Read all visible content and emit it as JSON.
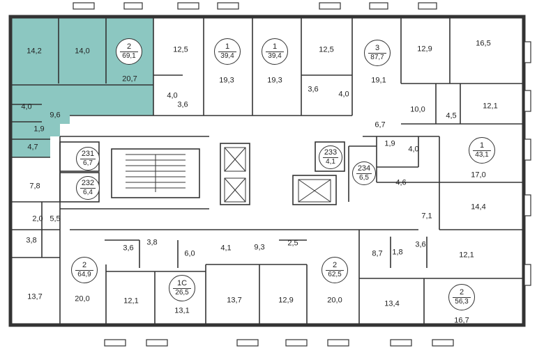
{
  "highlight_color": "#8cc7c1",
  "wall_color": "#333333",
  "rooms": [
    {
      "id": "r1",
      "t": "14,2"
    },
    {
      "id": "r2",
      "t": "14,0"
    },
    {
      "id": "r3",
      "t": "20,7"
    },
    {
      "id": "r4",
      "t": "4,0"
    },
    {
      "id": "r5",
      "t": "9,6"
    },
    {
      "id": "r6",
      "t": "1,9"
    },
    {
      "id": "r7",
      "t": "4,7"
    },
    {
      "id": "r8",
      "t": "12,5"
    },
    {
      "id": "r9",
      "t": "4,0"
    },
    {
      "id": "r10",
      "t": "19,3"
    },
    {
      "id": "r11",
      "t": "3,6"
    },
    {
      "id": "r12",
      "t": "19,3"
    },
    {
      "id": "r13",
      "t": "12,5"
    },
    {
      "id": "r14",
      "t": "3,6"
    },
    {
      "id": "r15",
      "t": "4,0"
    },
    {
      "id": "r16",
      "t": "19,1"
    },
    {
      "id": "r17",
      "t": "12,9"
    },
    {
      "id": "r18",
      "t": "16,5"
    },
    {
      "id": "r19",
      "t": "10,0"
    },
    {
      "id": "r20",
      "t": "4,5"
    },
    {
      "id": "r21",
      "t": "12,1"
    },
    {
      "id": "r22",
      "t": "6,7"
    },
    {
      "id": "r23",
      "t": "1,9"
    },
    {
      "id": "r24",
      "t": "4,0"
    },
    {
      "id": "r25",
      "t": "17,0"
    },
    {
      "id": "r26",
      "t": "4,6"
    },
    {
      "id": "r27",
      "t": "14,4"
    },
    {
      "id": "r28",
      "t": "7,1"
    },
    {
      "id": "r29",
      "t": "7,8"
    },
    {
      "id": "r30",
      "t": "2,0"
    },
    {
      "id": "r31",
      "t": "5,5"
    },
    {
      "id": "r32",
      "t": "3,8"
    },
    {
      "id": "r33",
      "t": "3,6"
    },
    {
      "id": "r34",
      "t": "3,8"
    },
    {
      "id": "r35",
      "t": "6,0"
    },
    {
      "id": "r36",
      "t": "4,1"
    },
    {
      "id": "r37",
      "t": "9,3"
    },
    {
      "id": "r38",
      "t": "2,5"
    },
    {
      "id": "r39",
      "t": "8,7"
    },
    {
      "id": "r40",
      "t": "1,8"
    },
    {
      "id": "r41",
      "t": "3,6"
    },
    {
      "id": "r42",
      "t": "12,1"
    },
    {
      "id": "r43",
      "t": "13,7"
    },
    {
      "id": "r44",
      "t": "20,0"
    },
    {
      "id": "r45",
      "t": "12,1"
    },
    {
      "id": "r46",
      "t": "13,1"
    },
    {
      "id": "r47",
      "t": "13,7"
    },
    {
      "id": "r48",
      "t": "12,9"
    },
    {
      "id": "r49",
      "t": "20,0"
    },
    {
      "id": "r50",
      "t": "13,4"
    },
    {
      "id": "r51",
      "t": "16,7"
    }
  ],
  "units": [
    {
      "id": "u1",
      "n": "2",
      "a": "69,1"
    },
    {
      "id": "u2",
      "n": "1",
      "a": "39,4"
    },
    {
      "id": "u3",
      "n": "1",
      "a": "39,4"
    },
    {
      "id": "u4",
      "n": "3",
      "a": "87,7"
    },
    {
      "id": "u5",
      "n": "1",
      "a": "43,1"
    },
    {
      "id": "u6",
      "n": "231",
      "a": "6,7"
    },
    {
      "id": "u7",
      "n": "232",
      "a": "6,4"
    },
    {
      "id": "u8",
      "n": "233",
      "a": "4,1"
    },
    {
      "id": "u9",
      "n": "234",
      "a": "6,5"
    },
    {
      "id": "u10",
      "n": "2",
      "a": "64,9"
    },
    {
      "id": "u11",
      "n": "1С",
      "a": "26,5"
    },
    {
      "id": "u12",
      "n": "2",
      "a": "62,5"
    },
    {
      "id": "u13",
      "n": "2",
      "a": "56,3"
    }
  ]
}
